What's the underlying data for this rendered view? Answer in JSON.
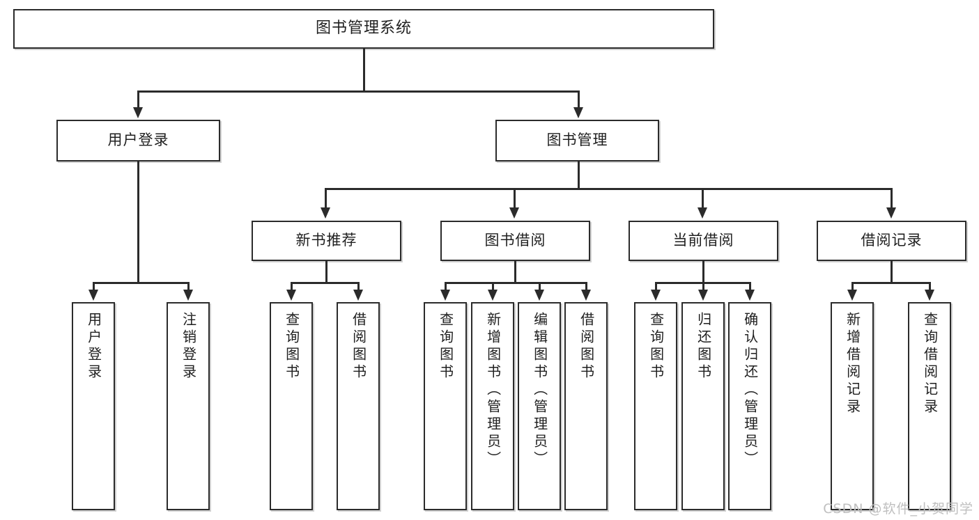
{
  "diagram": {
    "type": "tree",
    "title": "图书管理系统",
    "watermark": "CSDN @软件_小贺同学",
    "nodes": {
      "root": {
        "label": "图书管理系统"
      },
      "level2": [
        {
          "label": "用户登录"
        },
        {
          "label": "图书管理"
        }
      ],
      "level3": [
        {
          "label": "新书推荐"
        },
        {
          "label": "图书借阅"
        },
        {
          "label": "当前借阅"
        },
        {
          "label": "借阅记录"
        }
      ],
      "leaves_user_login": [
        {
          "label": "用户登录"
        },
        {
          "label": "注销登录"
        }
      ],
      "leaves_new_books": [
        {
          "label": "查询图书"
        },
        {
          "label": "借阅图书"
        }
      ],
      "leaves_borrow": [
        {
          "label": "查询图书"
        },
        {
          "label": "新增图书（管理员）"
        },
        {
          "label": "编辑图书（管理员）"
        },
        {
          "label": "借阅图书"
        }
      ],
      "leaves_current": [
        {
          "label": "查询图书"
        },
        {
          "label": "归还图书"
        },
        {
          "label": "确认归还（管理员）"
        }
      ],
      "leaves_records": [
        {
          "label": "新增借阅记录"
        },
        {
          "label": "查询借阅记录"
        }
      ]
    },
    "colors": {
      "stroke": "#2b2b2b",
      "fill": "#ffffff",
      "text": "#1f1f1f",
      "watermark": "#bfbfbf"
    }
  }
}
